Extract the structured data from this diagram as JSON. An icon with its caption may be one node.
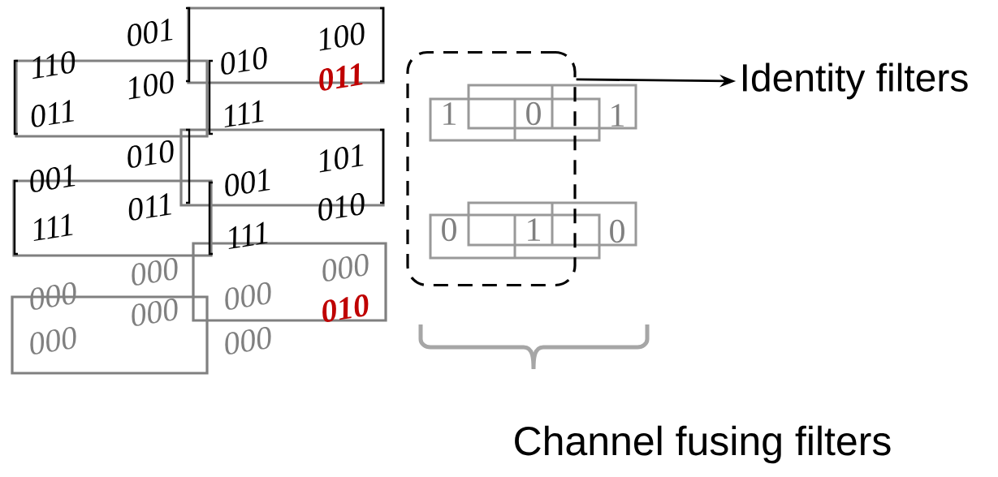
{
  "diagram": {
    "nodes": [
      {
        "text": [],
        "shape": "box"
      },
      {
        "text": [
          "Identity filters"
        ]
      }
    ],
    "edges": [
      {
        "from": 0,
        "to": 1,
        "arrow": "to"
      }
    ],
    "labels": [
      "001",
      "110",
      "100",
      "011",
      "100",
      "010",
      "011",
      "111",
      "010",
      "001",
      "011",
      "111",
      "101",
      "001",
      "010",
      "111",
      "000",
      "000",
      "000",
      "000",
      "000",
      "000",
      "010",
      "000",
      "1",
      "0",
      "1",
      "0",
      "1",
      "0",
      "Channel fusing filters"
    ]
  }
}
